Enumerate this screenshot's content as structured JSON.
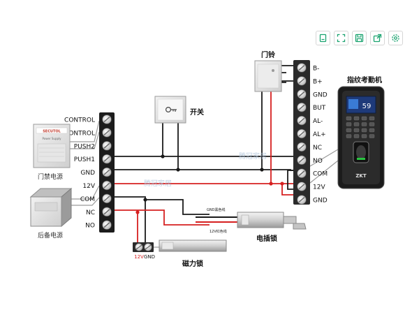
{
  "toolbar": {
    "accent_color": "#1aa36f",
    "buttons": [
      {
        "icon": "document-icon"
      },
      {
        "icon": "fullscreen-icon"
      },
      {
        "icon": "save-icon"
      },
      {
        "icon": "share-icon"
      },
      {
        "icon": "settings-icon"
      }
    ]
  },
  "diagram": {
    "left_terminals": [
      "CONTROL",
      "CONTROL",
      "PUSH2",
      "PUSH1",
      "GND",
      "12V",
      "COM",
      "NC",
      "NO"
    ],
    "right_terminals": [
      "B-",
      "B+",
      "GND",
      "BUT",
      "AL-",
      "AL+",
      "NC",
      "NO",
      "COM",
      "12V",
      "GND"
    ],
    "bottom_terminals": {
      "left": "12V",
      "right": "GND"
    },
    "devices": {
      "power_supply": {
        "label": "门禁电源",
        "brand": "SECUTOL",
        "caption": "Power Supply"
      },
      "backup_battery": {
        "label": "后备电源"
      },
      "exit_button": {
        "label": "开关"
      },
      "doorbell": {
        "label": "门铃"
      },
      "fingerprint_terminal": {
        "label": "指纹考勤机",
        "screen_text": "59",
        "brand": "ZKT"
      },
      "bolt_lock": {
        "label": "电插锁",
        "wire_black": "GND黑色线",
        "wire_red": "12V红色线"
      },
      "magnetic_lock": {
        "label": "磁力锁"
      }
    },
    "watermarks": [
      "腾冠家居",
      "腾冠家居"
    ],
    "wire_colors": {
      "black": "#1a1a1a",
      "red": "#d62020",
      "device_wire": "#9a9a9a"
    }
  }
}
